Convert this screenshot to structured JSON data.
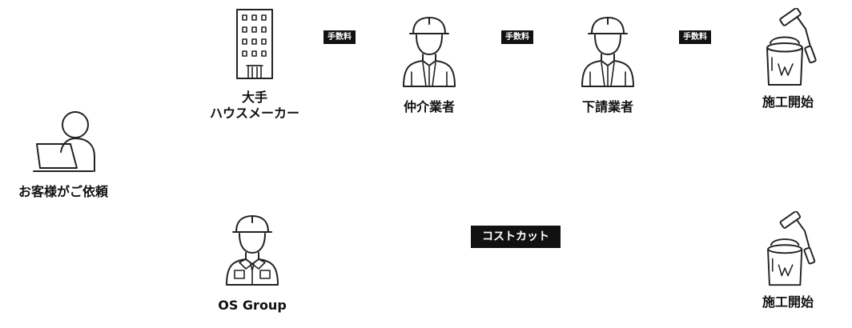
{
  "client": {
    "label": "お客様がご依頼",
    "icon": "customer-laptop-icon"
  },
  "top_flow": {
    "maker": {
      "label_line1": "大手",
      "label_line2": "ハウスメーカー",
      "icon": "building-icon"
    },
    "broker": {
      "label": "仲介業者",
      "icon": "worker-icon"
    },
    "subcontractor": {
      "label": "下請業者",
      "icon": "worker-icon"
    },
    "start": {
      "label": "施工開始",
      "icon": "paint-bucket-roller-icon"
    },
    "fees": [
      "手数料",
      "手数料",
      "手数料"
    ]
  },
  "bottom_flow": {
    "company": {
      "label": "OS Group",
      "icon": "uniform-worker-icon"
    },
    "cost_cut": "コストカット",
    "start": {
      "label": "施工開始",
      "icon": "paint-bucket-roller-icon"
    }
  }
}
